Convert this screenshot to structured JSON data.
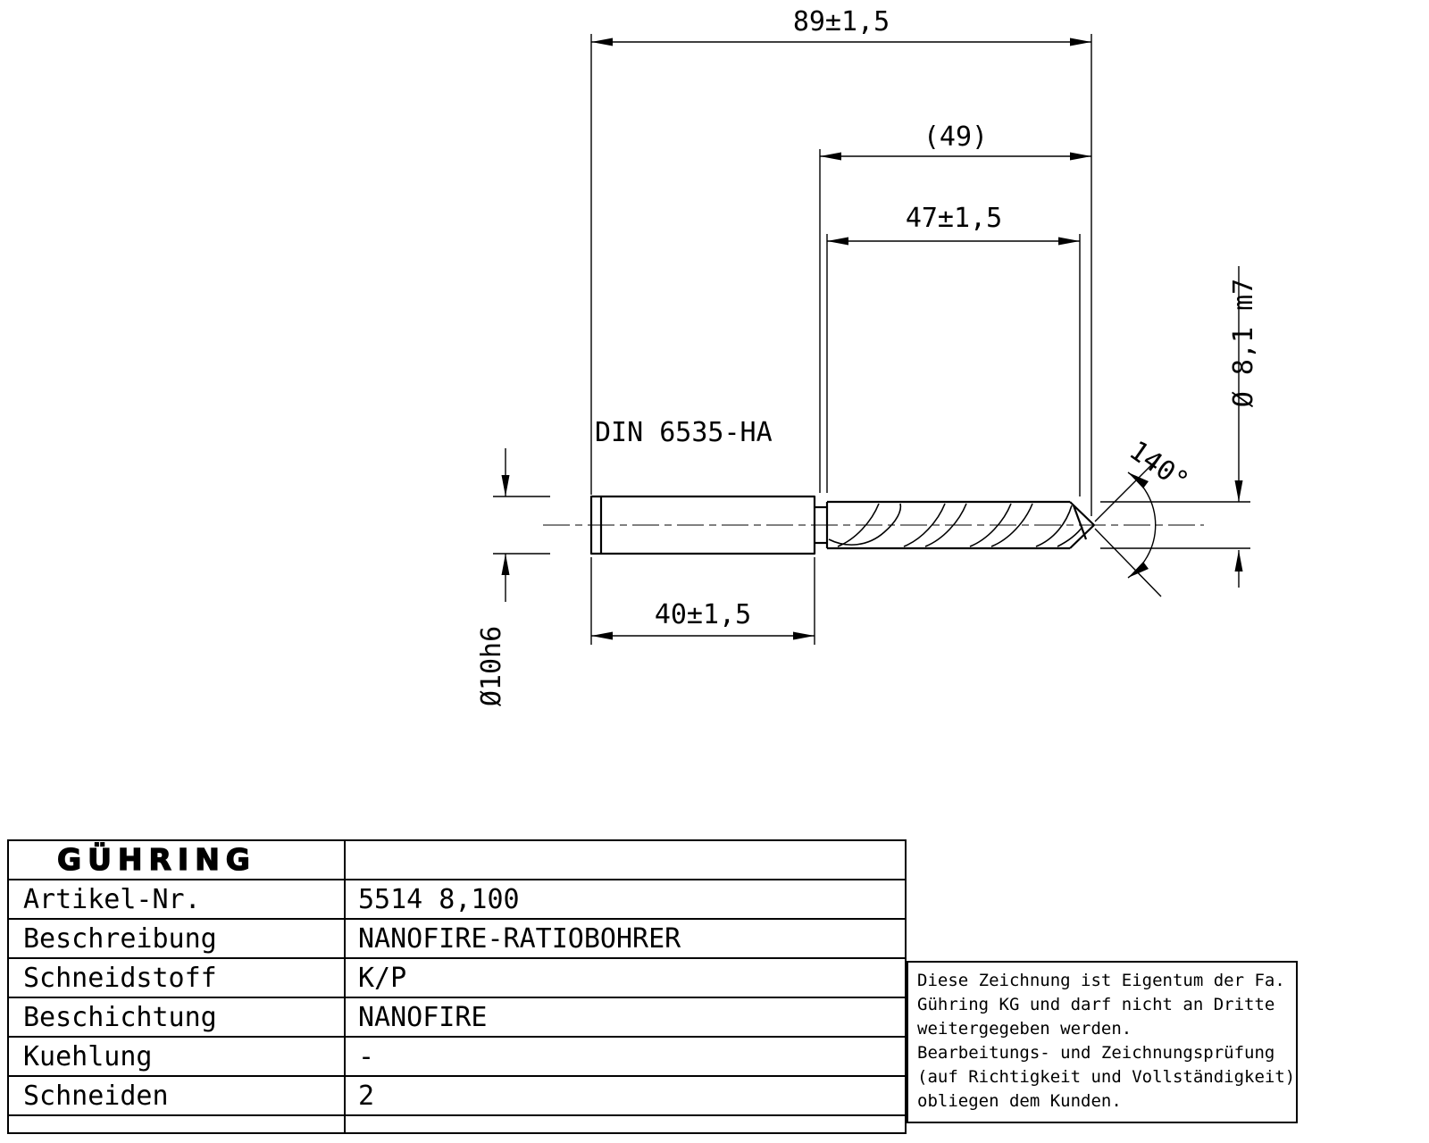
{
  "drawing": {
    "overall_length": "89±1,5",
    "flute_length_ref": "(49)",
    "flute_length": "47±1,5",
    "shank_length": "40±1,5",
    "shank_diameter": "Ø10h6",
    "drill_diameter": "Ø 8,1 m7",
    "point_angle": "140°",
    "shank_norm": "DIN 6535-HA"
  },
  "title_block": {
    "logo": "GÜHRING",
    "rows": [
      {
        "label": "Artikel-Nr.",
        "value": "5514 8,100"
      },
      {
        "label": "Beschreibung",
        "value": "NANOFIRE-RATIOBOHRER"
      },
      {
        "label": "Schneidstoff",
        "value": "K/P"
      },
      {
        "label": "Beschichtung",
        "value": "NANOFIRE"
      },
      {
        "label": "Kuehlung",
        "value": "-"
      },
      {
        "label": "Schneiden",
        "value": "2"
      }
    ]
  },
  "notice": {
    "lines": [
      "Diese Zeichnung ist Eigentum der Fa.",
      "Gühring KG und darf nicht an Dritte",
      "weitergegeben werden.",
      "Bearbeitungs- und Zeichnungsprüfung",
      "(auf Richtigkeit und Vollständigkeit)",
      "obliegen dem Kunden."
    ]
  }
}
